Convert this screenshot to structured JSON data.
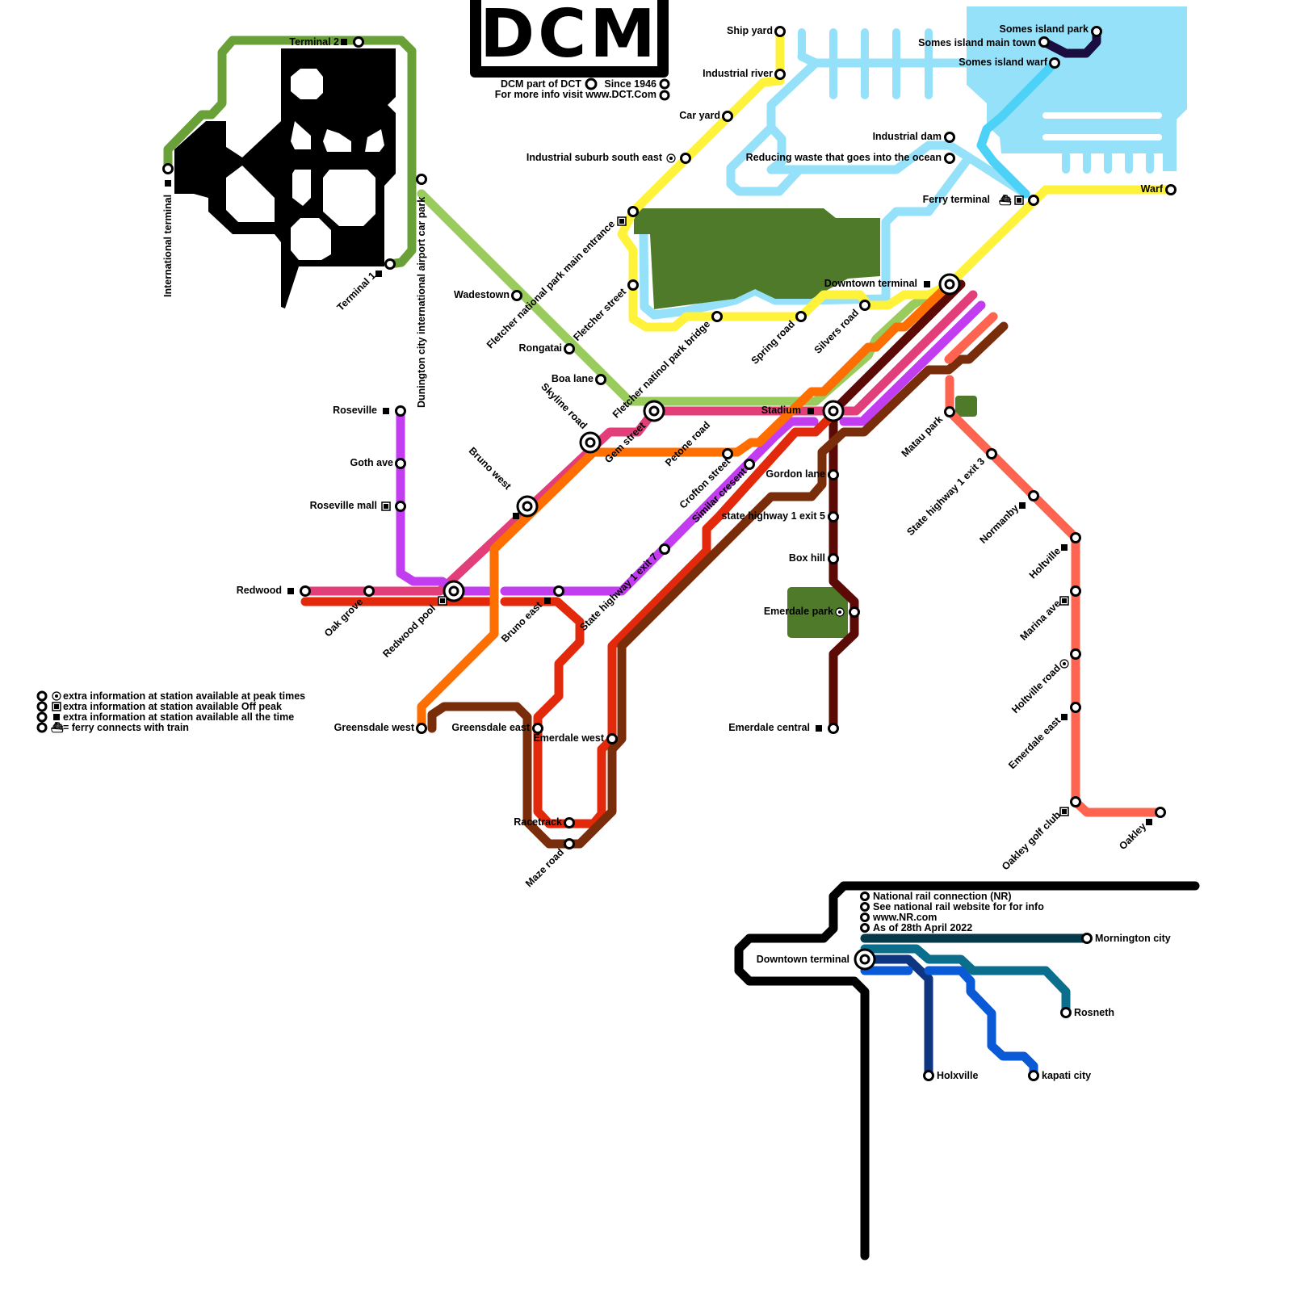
{
  "logo": {
    "text": "DCM",
    "line1": "DCM part of DCT",
    "line1b": "Since 1946",
    "line2": "For more info visit www.DCT.Com"
  },
  "legend": [
    {
      "icon": "peak-info-icon",
      "text": "extra information at station available at peak times"
    },
    {
      "icon": "offpeak-info-icon",
      "text": "extra information at station available Off peak"
    },
    {
      "icon": "alltime-info-icon",
      "text": "extra information at station available all the time"
    },
    {
      "icon": "ferry-icon",
      "text": " = ferry connects with train"
    }
  ],
  "national_rail_notes": [
    "National rail connection (NR)",
    "See national rail website for for info",
    "www.NR.com",
    "As of 28th April 2022"
  ],
  "line_colors": {
    "airport": "#6aa038",
    "light_green": "#99cc5c",
    "yellow": "#fff23a",
    "river": "#96e1fa",
    "cyan": "#4dd2f7",
    "navy_island": "#1a0e40",
    "park": "#4e7a29",
    "pink": "#e23f7a",
    "purple": "#c23cf0",
    "red": "#e3290b",
    "orange": "#ff6e00",
    "brown": "#7a2d0a",
    "maroon": "#5c0a05",
    "salmon": "#ff6450",
    "national": "#000000",
    "dark_teal": "#063a4a",
    "teal": "#0a6e8c",
    "navy": "#0d3580",
    "blue": "#0a5ad8"
  },
  "stations": [
    {
      "name": "Terminal 2",
      "icon": "alltime"
    },
    {
      "name": "International terminal",
      "icon": "alltime"
    },
    {
      "name": "Terminal 1",
      "icon": "alltime"
    },
    {
      "name": "Dunington city international airport car park",
      "icon": ""
    },
    {
      "name": "Wadestown",
      "icon": ""
    },
    {
      "name": "Rongatai",
      "icon": ""
    },
    {
      "name": "Boa lane",
      "icon": ""
    },
    {
      "name": "Fletcher national park main entrance",
      "icon": "offpeak"
    },
    {
      "name": "Fletcher street",
      "icon": ""
    },
    {
      "name": "Fletcher natinol park bridge",
      "icon": ""
    },
    {
      "name": "Spring road",
      "icon": ""
    },
    {
      "name": "Silvers road",
      "icon": ""
    },
    {
      "name": "Ship yard",
      "icon": ""
    },
    {
      "name": "Industrial river",
      "icon": ""
    },
    {
      "name": "Car yard",
      "icon": ""
    },
    {
      "name": "Industrial suburb south east",
      "icon": "peak"
    },
    {
      "name": "Industrial dam",
      "icon": ""
    },
    {
      "name": "Reducing waste that goes into the ocean",
      "icon": ""
    },
    {
      "name": "Somes island park",
      "icon": ""
    },
    {
      "name": "Somes island main town",
      "icon": ""
    },
    {
      "name": "Somes island warf",
      "icon": ""
    },
    {
      "name": "Ferry terminal",
      "icon": "ferry-offpeak"
    },
    {
      "name": "Warf",
      "icon": ""
    },
    {
      "name": "Downtown terminal",
      "icon": "alltime"
    },
    {
      "name": "Stadium",
      "icon": "alltime"
    },
    {
      "name": "Skyline road",
      "icon": ""
    },
    {
      "name": "Gem street",
      "icon": ""
    },
    {
      "name": "Petone road",
      "icon": ""
    },
    {
      "name": "Bruno west",
      "icon": "alltime"
    },
    {
      "name": "Redwood pool",
      "icon": "offpeak"
    },
    {
      "name": "Roseville",
      "icon": "alltime"
    },
    {
      "name": "Goth ave",
      "icon": ""
    },
    {
      "name": "Roseville mall",
      "icon": "offpeak"
    },
    {
      "name": "Redwood",
      "icon": "alltime"
    },
    {
      "name": "Oak grove",
      "icon": ""
    },
    {
      "name": "Bruno east",
      "icon": "alltime"
    },
    {
      "name": "State highway 1 exit 7",
      "icon": ""
    },
    {
      "name": "Similar cresent",
      "icon": ""
    },
    {
      "name": "Crofton street",
      "icon": ""
    },
    {
      "name": "Gordon lane",
      "icon": ""
    },
    {
      "name": "state highway 1 exit 5",
      "icon": ""
    },
    {
      "name": "Box hill",
      "icon": ""
    },
    {
      "name": "Emerdale park",
      "icon": "peak"
    },
    {
      "name": "Emerdale central",
      "icon": "alltime"
    },
    {
      "name": "Greensdale west",
      "icon": ""
    },
    {
      "name": "Greensdale east",
      "icon": ""
    },
    {
      "name": "Emerdale west",
      "icon": ""
    },
    {
      "name": "Racetrack",
      "icon": ""
    },
    {
      "name": "Maze road",
      "icon": ""
    },
    {
      "name": "Matau park",
      "icon": ""
    },
    {
      "name": "State highway 1 exit 3",
      "icon": ""
    },
    {
      "name": "Normanby",
      "icon": "alltime"
    },
    {
      "name": "Holtville",
      "icon": "alltime"
    },
    {
      "name": "Marina ave",
      "icon": "offpeak"
    },
    {
      "name": "Holtville road",
      "icon": "peak"
    },
    {
      "name": "Emerdale east",
      "icon": "alltime"
    },
    {
      "name": "Oakley golf club",
      "icon": "offpeak"
    },
    {
      "name": "Oakley",
      "icon": "alltime"
    },
    {
      "name": "Downtown terminal",
      "icon": ""
    },
    {
      "name": "Mornington city",
      "icon": ""
    },
    {
      "name": "Rosneth",
      "icon": ""
    },
    {
      "name": "Holxville",
      "icon": ""
    },
    {
      "name": "kapati city",
      "icon": ""
    }
  ]
}
